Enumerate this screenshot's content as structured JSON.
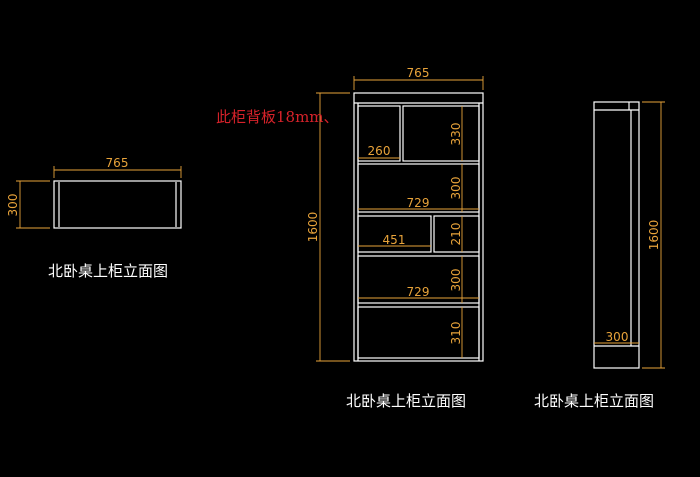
{
  "note": "此柜背板18mm、",
  "plan_view": {
    "width_dim": "765",
    "depth_dim": "300",
    "caption": "北卧桌上柜立面图"
  },
  "front_view": {
    "width_dim": "765",
    "height_dim": "1600",
    "top_left_width": "260",
    "top_right_height": "330",
    "row2_height": "300",
    "row2_width": "729",
    "row3_width": "451",
    "row3_height": "210",
    "row4_height": "300",
    "row4_width": "729",
    "row5_height": "310",
    "caption": "北卧桌上柜立面图"
  },
  "side_view": {
    "depth_dim": "300",
    "height_dim": "1600",
    "caption": "北卧桌上柜立面图"
  }
}
